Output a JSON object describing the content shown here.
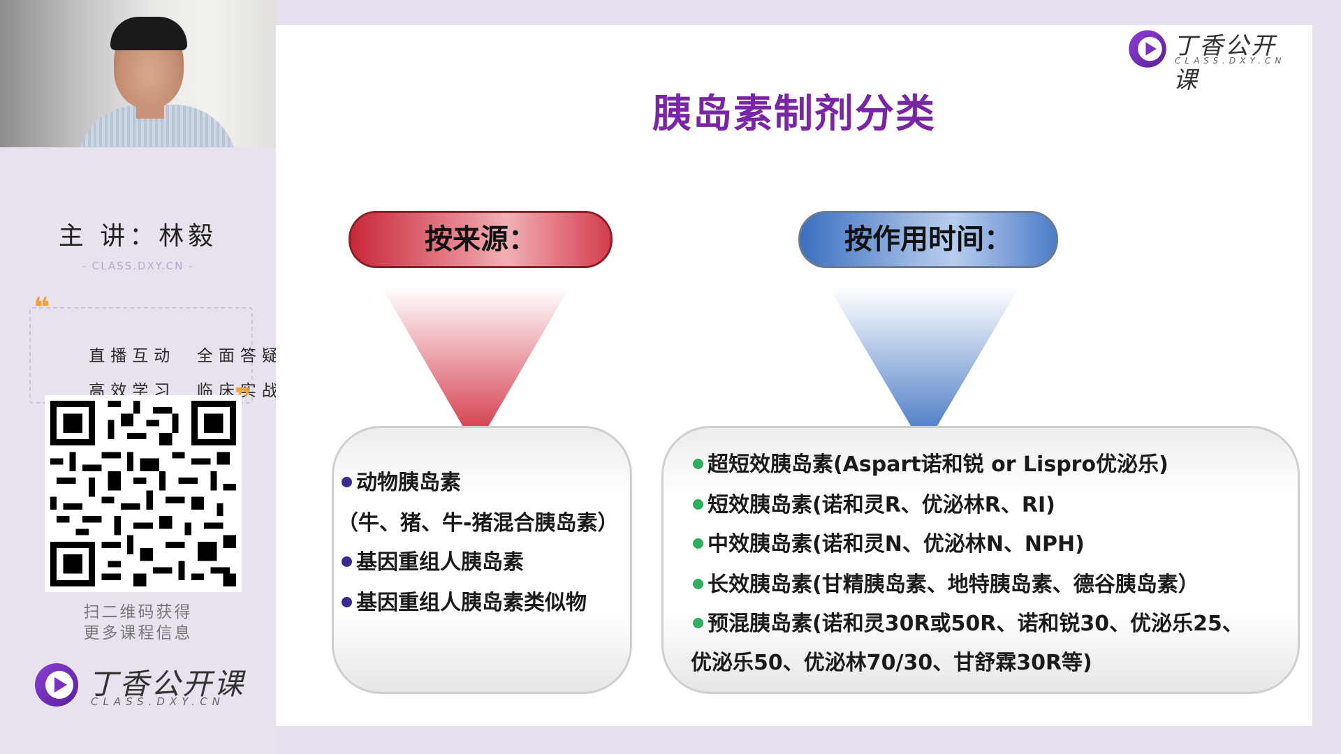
{
  "sidebar": {
    "presenter": "主 讲：林毅",
    "site": "- CLASS.DXY.CN -",
    "slogans": [
      "直播互动  全面答疑",
      "高效学习  临床实战"
    ],
    "qr_caption_line1": "扫二维码获得",
    "qr_caption_line2": "更多课程信息",
    "logo_text": "丁香公开课",
    "logo_sub": "CLASS.DXY.CN"
  },
  "slide": {
    "logo_text": "丁香公开课",
    "logo_sub": "CLASS.DXY.CN",
    "title": "胰岛素制剂分类",
    "source_label": "按来源：",
    "time_label": "按作用时间：",
    "source_items": [
      "动物胰岛素",
      "（牛、猪、牛-猪混合胰岛素）",
      "基因重组人胰岛素",
      "基因重组人胰岛素类似物"
    ],
    "time_items": [
      "超短效胰岛素(Aspart诺和锐 or Lispro优泌乐)",
      "短效胰岛素(诺和灵R、优泌林R、RI)",
      "中效胰岛素(诺和灵N、优泌林N、NPH)",
      "长效胰岛素(甘精胰岛素、地特胰岛素、德谷胰岛素）",
      "预混胰岛素(诺和灵30R或50R、诺和锐30、优泌乐25、",
      "优泌乐50、优泌林70/30、甘舒霖30R等)"
    ]
  },
  "colors": {
    "title": "#7a24a6",
    "accent_orange": "#f6a04a",
    "source_red": "#c8283a",
    "time_blue": "#3a6fc1",
    "bullet_purple": "#3a2a8f",
    "bullet_green": "#2fae60"
  },
  "icons": {
    "logo": "play-logo-icon",
    "quotes": "quote-mark-icon",
    "qr": "qr-code-icon"
  }
}
